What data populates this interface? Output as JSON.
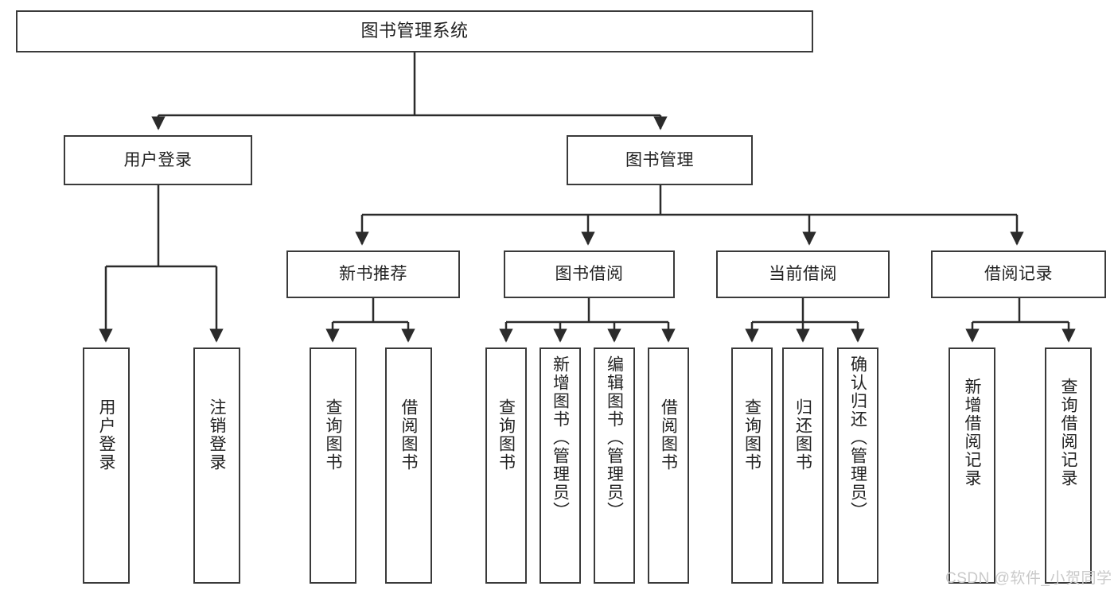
{
  "diagram": {
    "type": "tree-hierarchy",
    "title": "图书管理系统",
    "watermark": "CSDN @软件_小贺同学",
    "colors": {
      "box_border": "#3a3a3a",
      "box_fill": "#ffffff",
      "connector": "#2b2b2b",
      "text": "#222222",
      "watermark": "#c9c9c9",
      "background": "#ffffff"
    },
    "nodes": {
      "root": {
        "label": "图书管理系统"
      },
      "level1": [
        {
          "label": "用户登录"
        },
        {
          "label": "图书管理"
        }
      ],
      "level2": [
        {
          "label": "新书推荐"
        },
        {
          "label": "图书借阅"
        },
        {
          "label": "当前借阅"
        },
        {
          "label": "借阅记录"
        }
      ],
      "leaves": {
        "user_login": [
          {
            "label": "用户登录"
          },
          {
            "label": "注销登录"
          }
        ],
        "new_book_recommend": [
          {
            "label": "查询图书"
          },
          {
            "label": "借阅图书"
          }
        ],
        "book_borrow": [
          {
            "label": "查询图书"
          },
          {
            "label": "新增图书（管理员）"
          },
          {
            "label": "编辑图书（管理员）"
          },
          {
            "label": "借阅图书"
          }
        ],
        "current_borrow": [
          {
            "label": "查询图书"
          },
          {
            "label": "归还图书"
          },
          {
            "label": "确认归还（管理员）"
          }
        ],
        "borrow_records": [
          {
            "label": "新增借阅记录"
          },
          {
            "label": "查询借阅记录"
          }
        ]
      }
    }
  }
}
